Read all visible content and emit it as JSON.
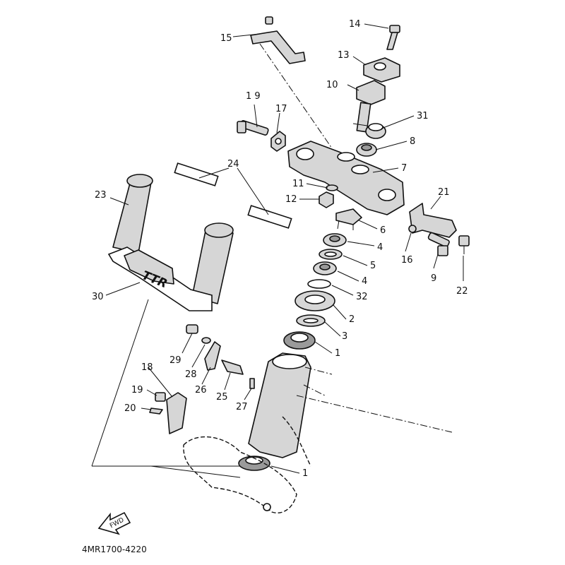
{
  "diagram": {
    "catalog_code": "4MR1700-4220",
    "fwd_label": "FWD",
    "emblem_label": "TTR",
    "callouts": {
      "c1a": "1",
      "c1b": "1",
      "c2": "2",
      "c3": "3",
      "c4a": "4",
      "c4b": "4",
      "c5": "5",
      "c6": "6",
      "c7": "7",
      "c8": "8",
      "c9a": "9",
      "c9b": "1 9",
      "c10": "10",
      "c11": "11",
      "c12": "12",
      "c13": "13",
      "c14": "14",
      "c15": "15",
      "c16": "16",
      "c17": "17",
      "c18": "18",
      "c19": "19",
      "c20": "20",
      "c21": "21",
      "c22": "22",
      "c23": "23",
      "c24": "24",
      "c25": "25",
      "c26": "26",
      "c27": "27",
      "c28": "28",
      "c29": "29",
      "c30": "30",
      "c31": "31",
      "c32": "32"
    }
  }
}
